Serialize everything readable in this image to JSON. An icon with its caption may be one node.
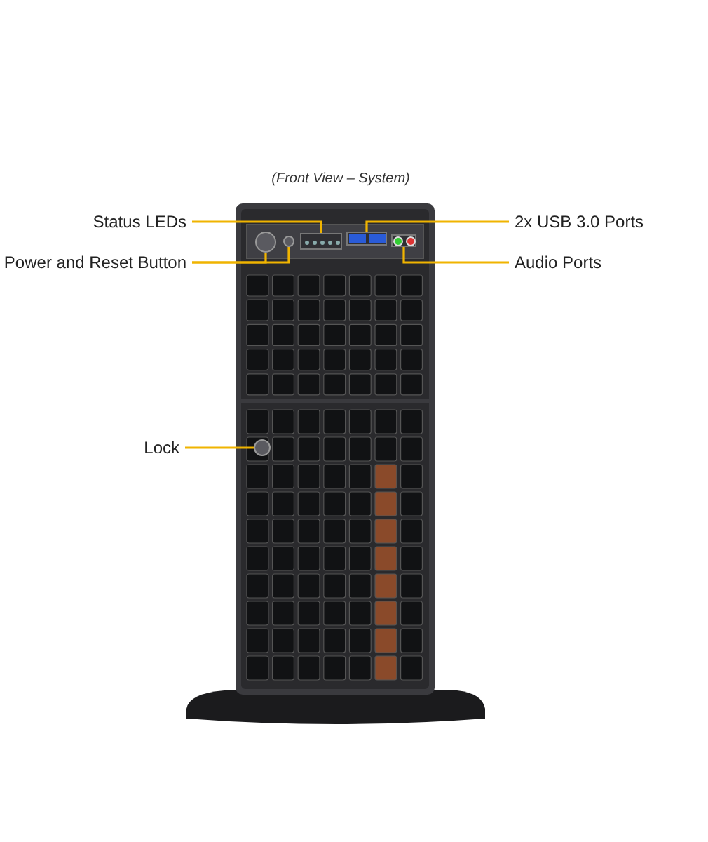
{
  "diagram": {
    "title": "(Front View – System)",
    "nodes": [
      {
        "text": [
          "Status LEDs"
        ]
      },
      {
        "text": [
          "Power and Reset Button"
        ]
      },
      {
        "text": [
          "2x USB 3.0 Ports"
        ]
      },
      {
        "text": [
          "Audio Ports"
        ]
      },
      {
        "text": [
          "Lock"
        ]
      },
      {
        "text": [],
        "shape": "circle"
      },
      {
        "text": [],
        "shape": "circle"
      },
      {
        "text": [],
        "shape": "box"
      },
      {
        "text": [],
        "shape": "box"
      },
      {
        "text": [],
        "shape": "box"
      },
      {
        "text": [],
        "shape": "circle"
      }
    ],
    "edges": [
      {
        "from": 0,
        "to": 7,
        "arrow": "none"
      },
      {
        "from": 1,
        "to": 5,
        "arrow": "none"
      },
      {
        "from": 1,
        "to": 6,
        "arrow": "none"
      },
      {
        "from": 2,
        "to": 8,
        "arrow": "none"
      },
      {
        "from": 3,
        "to": 9,
        "arrow": "none"
      },
      {
        "from": 4,
        "to": 10,
        "arrow": "none"
      }
    ]
  }
}
